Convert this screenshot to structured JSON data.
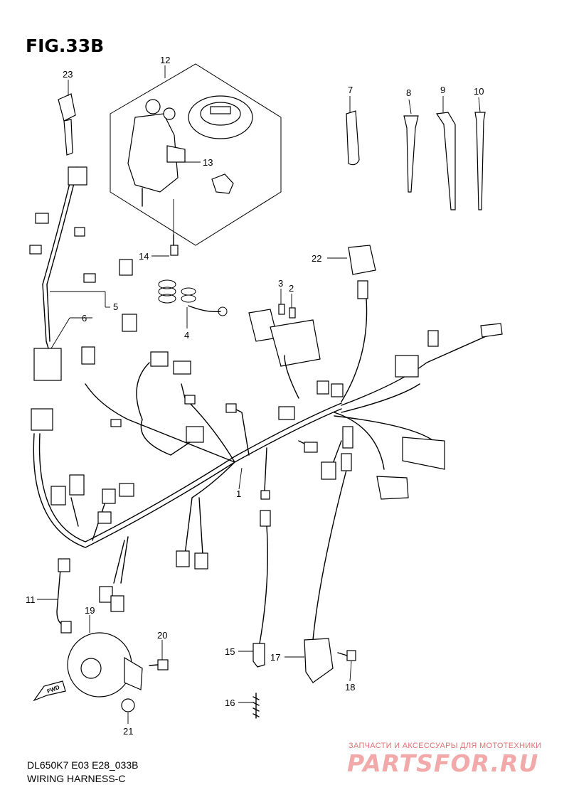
{
  "figure": {
    "title": "FIG.33B"
  },
  "callouts": {
    "c1": "1",
    "c2": "2",
    "c3": "3",
    "c4": "4",
    "c5": "5",
    "c6": "6",
    "c7": "7",
    "c8": "8",
    "c9": "9",
    "c10": "10",
    "c11": "11",
    "c12": "12",
    "c13": "13",
    "c14": "14",
    "c15": "15",
    "c16": "16",
    "c17": "17",
    "c18": "18",
    "c19": "19",
    "c20": "20",
    "c21": "21",
    "c22": "22",
    "c23": "23"
  },
  "footer": {
    "code": "DL650K7 E03 E28_033B",
    "name": "WIRING HARNESS-C"
  },
  "fwd_mark": "FWD",
  "watermark": {
    "caption": "ЗАПЧАСТИ И АКСЕССУАРЫ ДЛЯ МОТОТЕХНИКИ",
    "brand": "PARTSFOR.RU"
  }
}
